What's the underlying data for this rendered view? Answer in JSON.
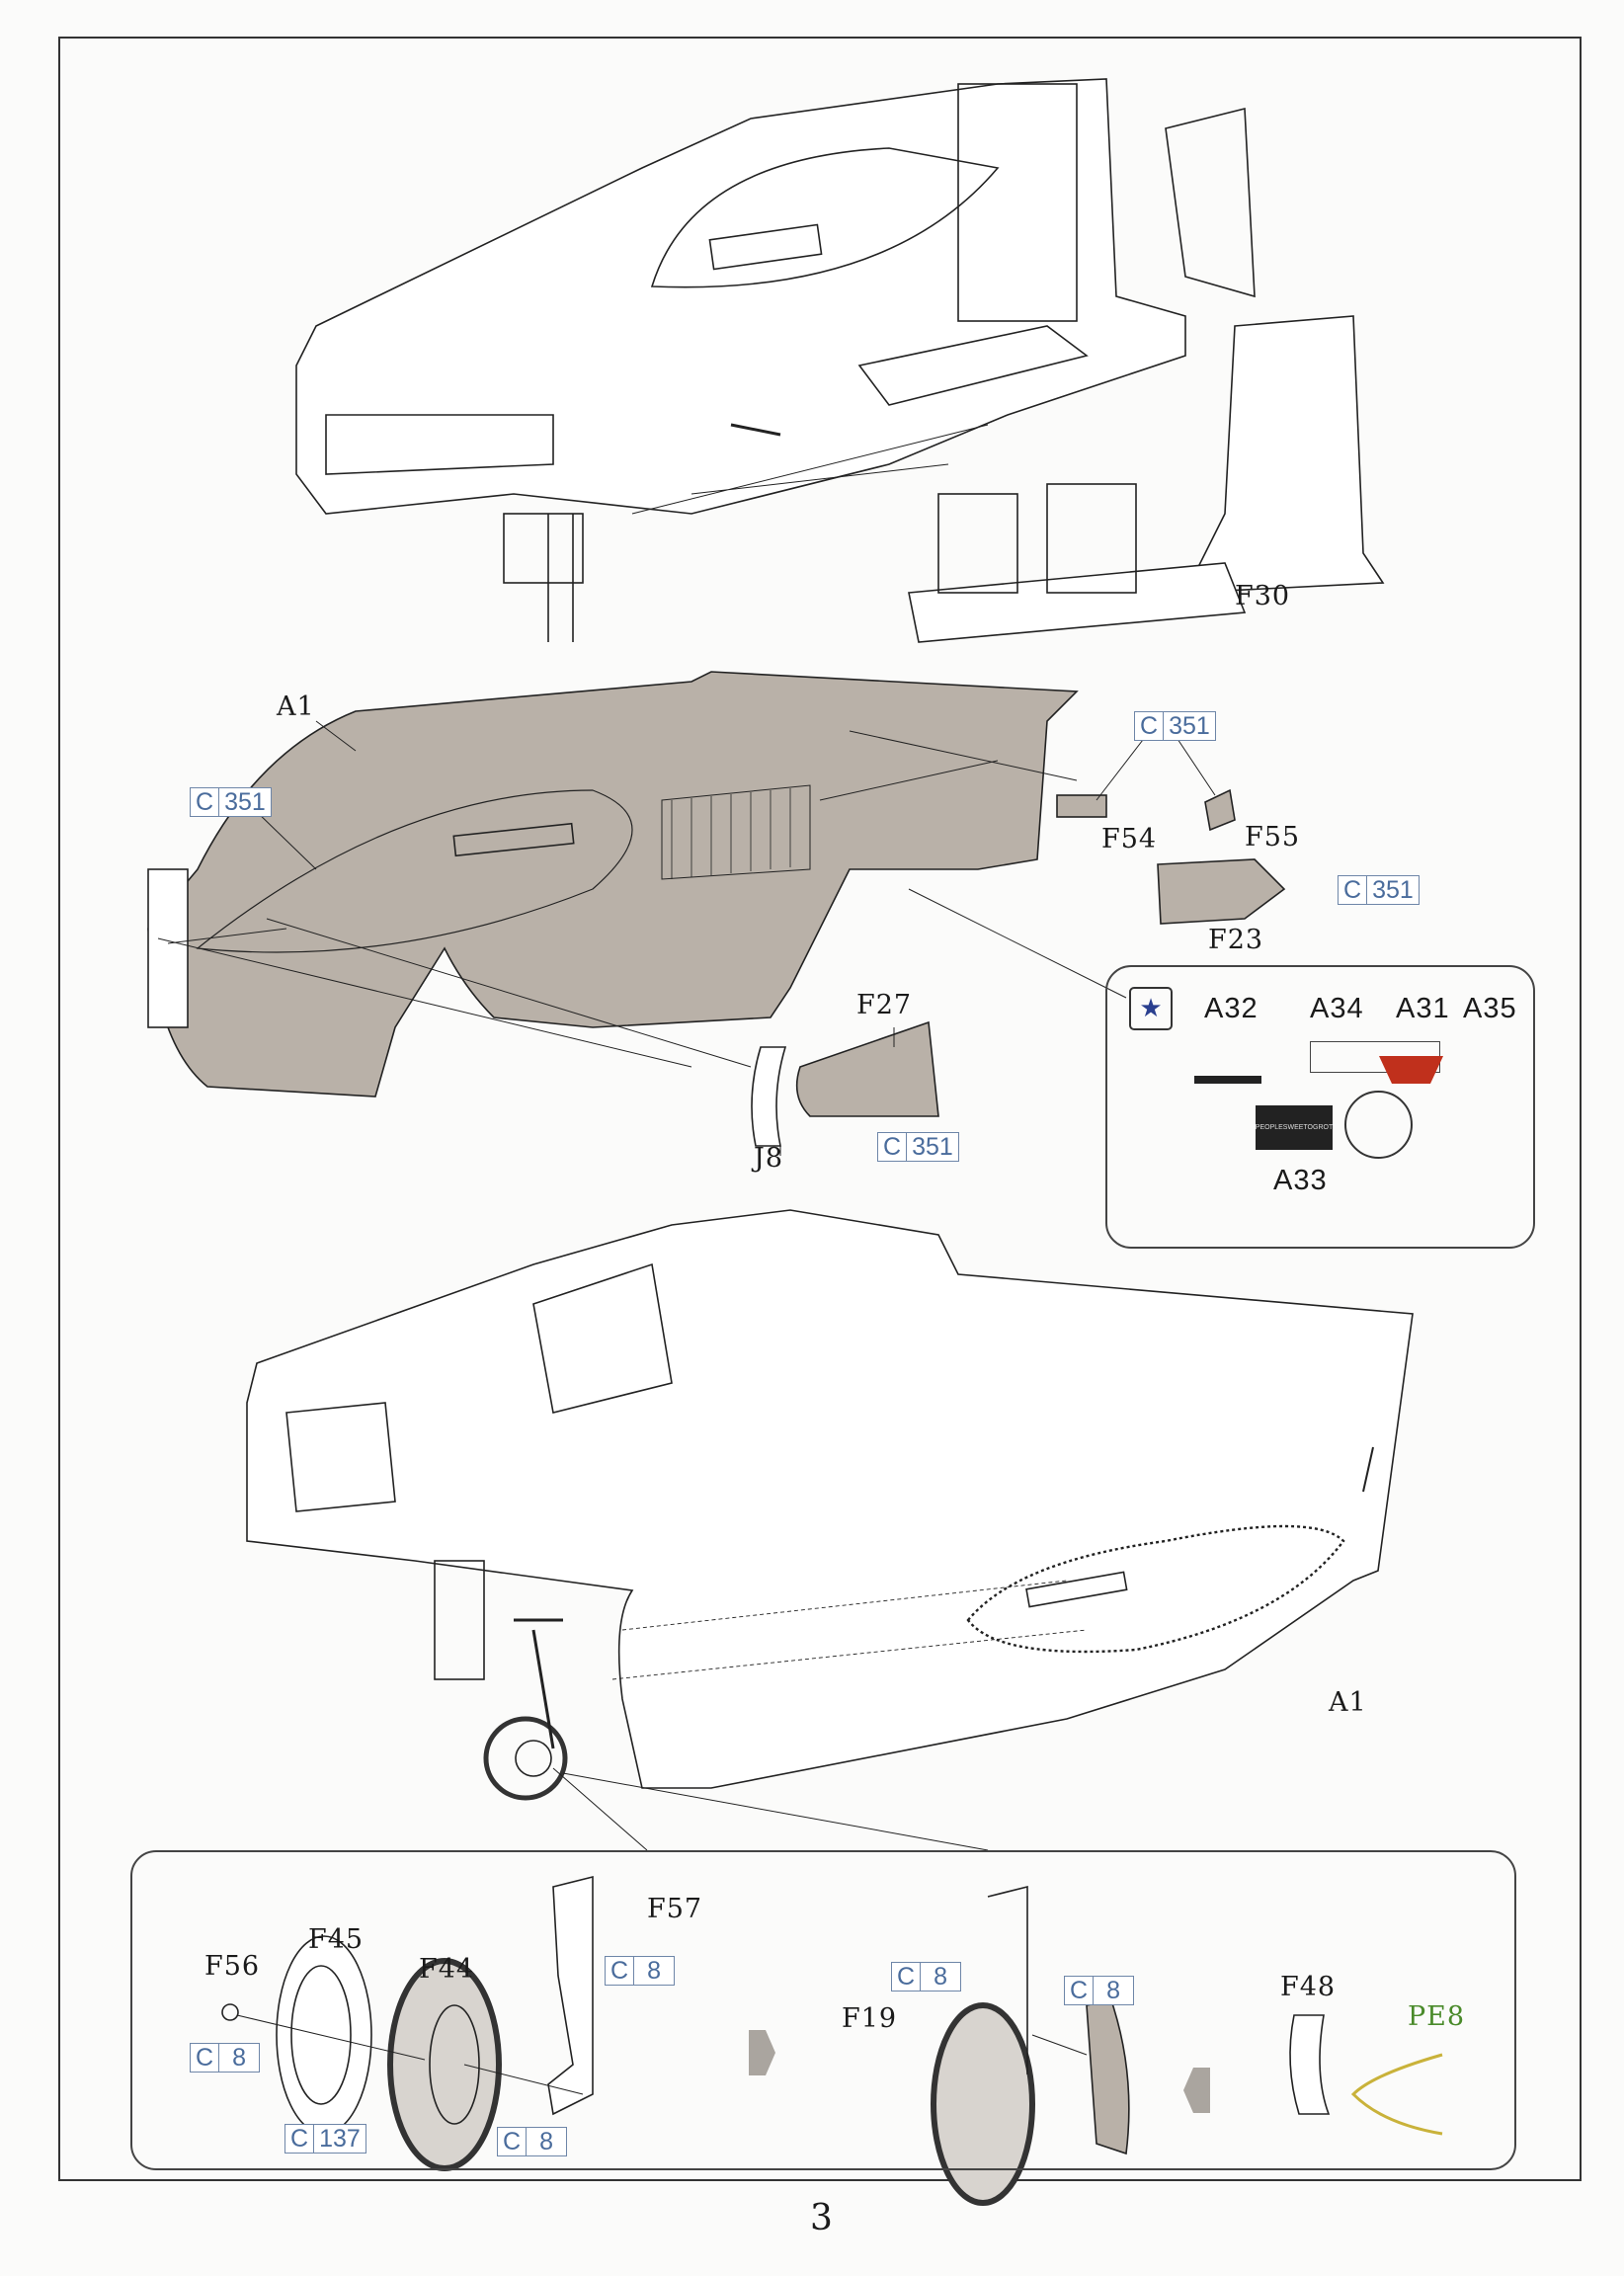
{
  "page_number": "3",
  "step_top": {
    "labels": {
      "f30": "F30"
    }
  },
  "step_middle": {
    "labels": {
      "a1": "A1",
      "f54": "F54",
      "f55": "F55",
      "f23": "F23",
      "f27": "F27",
      "j8": "J8"
    },
    "paint_codes": [
      {
        "prefix": "C",
        "number": "351"
      },
      {
        "prefix": "C",
        "number": "351"
      },
      {
        "prefix": "C",
        "number": "351"
      },
      {
        "prefix": "C",
        "number": "351"
      }
    ]
  },
  "decal_detail": {
    "icon": "decal-star-icon",
    "labels": {
      "a32": "A32",
      "a34": "A34",
      "a31": "A31",
      "a35": "A35",
      "a33": "A33"
    },
    "a33_text": "PEOPLESWEETOGROT"
  },
  "step_assembled": {
    "labels": {
      "a1": "A1"
    }
  },
  "landing_gear": {
    "labels": {
      "f57": "F57",
      "f45": "F45",
      "f56": "F56",
      "f44": "F44",
      "f19": "F19",
      "f48": "F48",
      "pe8": "PE8"
    },
    "paint_codes": [
      {
        "prefix": "C",
        "number": "8"
      },
      {
        "prefix": "C",
        "number": "8"
      },
      {
        "prefix": "C",
        "number": "137"
      },
      {
        "prefix": "C",
        "number": "8"
      },
      {
        "prefix": "C",
        "number": "8"
      },
      {
        "prefix": "C",
        "number": "8"
      }
    ]
  },
  "colors": {
    "paint_code": "#4a6c9c",
    "photo_etch": "#4a8a2a",
    "decal_red": "#c0301c",
    "part_shade": "#b9b1a8"
  }
}
